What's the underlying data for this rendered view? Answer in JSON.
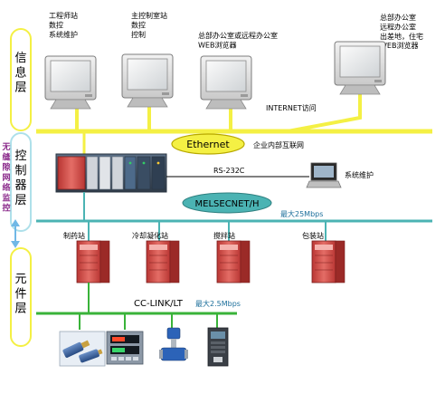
{
  "layers": {
    "info": "信息层",
    "control": "控制器层",
    "element": "元件层",
    "wireless": "无缝隙网络监控"
  },
  "workstations": [
    {
      "lines": [
        "工程师站",
        "数控",
        "系统维护"
      ]
    },
    {
      "lines": [
        "主控制室站",
        "数控",
        "控制"
      ]
    },
    {
      "lines": [
        "总部办公室或远程办公室",
        "WEB浏览器"
      ]
    },
    {
      "lines": [
        "总部办公室",
        "远程办公室",
        "出差地，住宅",
        "WEB浏览器"
      ]
    }
  ],
  "internet_label": "INTERNET访问",
  "ethernet": {
    "label": "Ethernet",
    "note": "企业内部互联网"
  },
  "rs232": {
    "label": "RS-232C",
    "laptop_label": "系统维护"
  },
  "melsecnet": {
    "label": "MELSECNET/H",
    "speed": "最大25Mbps"
  },
  "stations": [
    "制药站",
    "冷却凝化站",
    "搅拌站",
    "包装站"
  ],
  "cclink": {
    "label": "CC-LINK/LT",
    "speed": "最大2.5Mbps"
  },
  "colors": {
    "layer_border": "#f4f044",
    "control_border": "#aee0ea",
    "ethernet_bus": "#f4f044",
    "melsec_bus": "#4bb3b3",
    "cclink_bus": "#39b339",
    "vertical_line": "#70b8e6",
    "plc_red": "#d9534f",
    "label_text": "#000000",
    "wireless_text": "#8b2a8b",
    "speed_text": "#1c6f9b"
  }
}
